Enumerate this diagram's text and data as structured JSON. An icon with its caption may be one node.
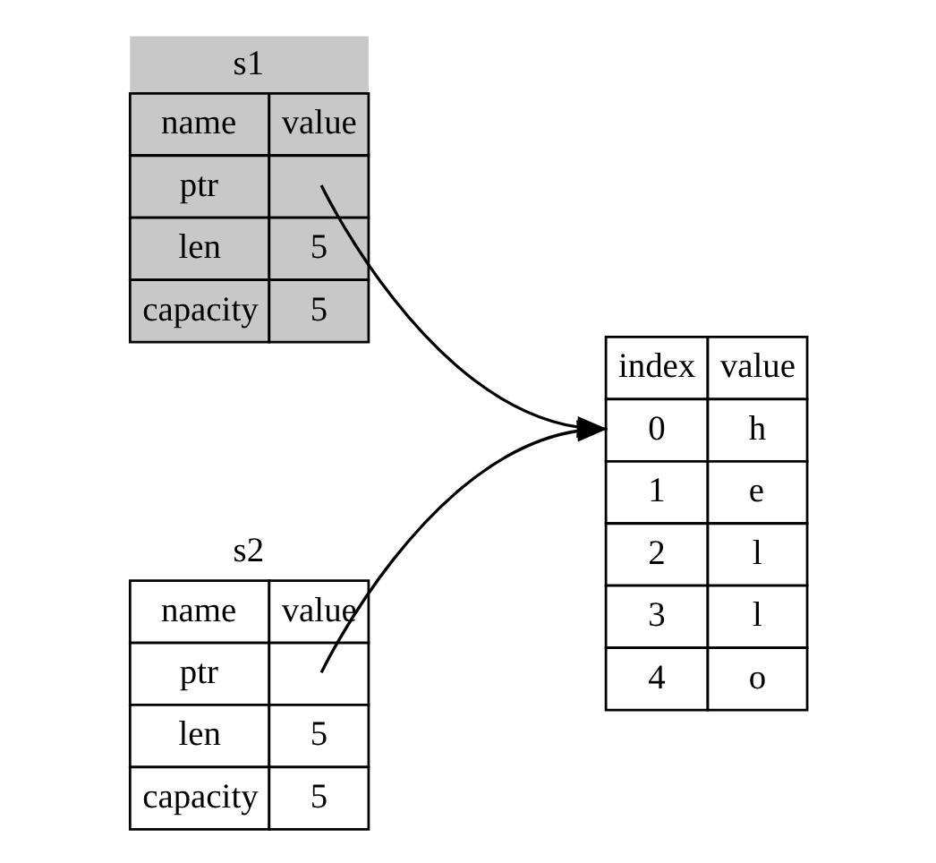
{
  "diagram": {
    "nodes": [
      {
        "text": [
          "s1",
          "name",
          "value",
          "ptr",
          "len",
          "5",
          "capacity",
          "5"
        ]
      },
      {
        "text": [
          "s2",
          "name",
          "value",
          "ptr",
          "len",
          "5",
          "capacity",
          "5"
        ]
      },
      {
        "text": [
          "index",
          "value",
          "0",
          "h",
          "1",
          "e",
          "2",
          "l",
          "3",
          "l",
          "4",
          "o"
        ]
      }
    ],
    "edges": [
      {
        "from": 0,
        "to": 2,
        "arrow": "to"
      },
      {
        "from": 1,
        "to": 2,
        "arrow": "to"
      }
    ]
  }
}
